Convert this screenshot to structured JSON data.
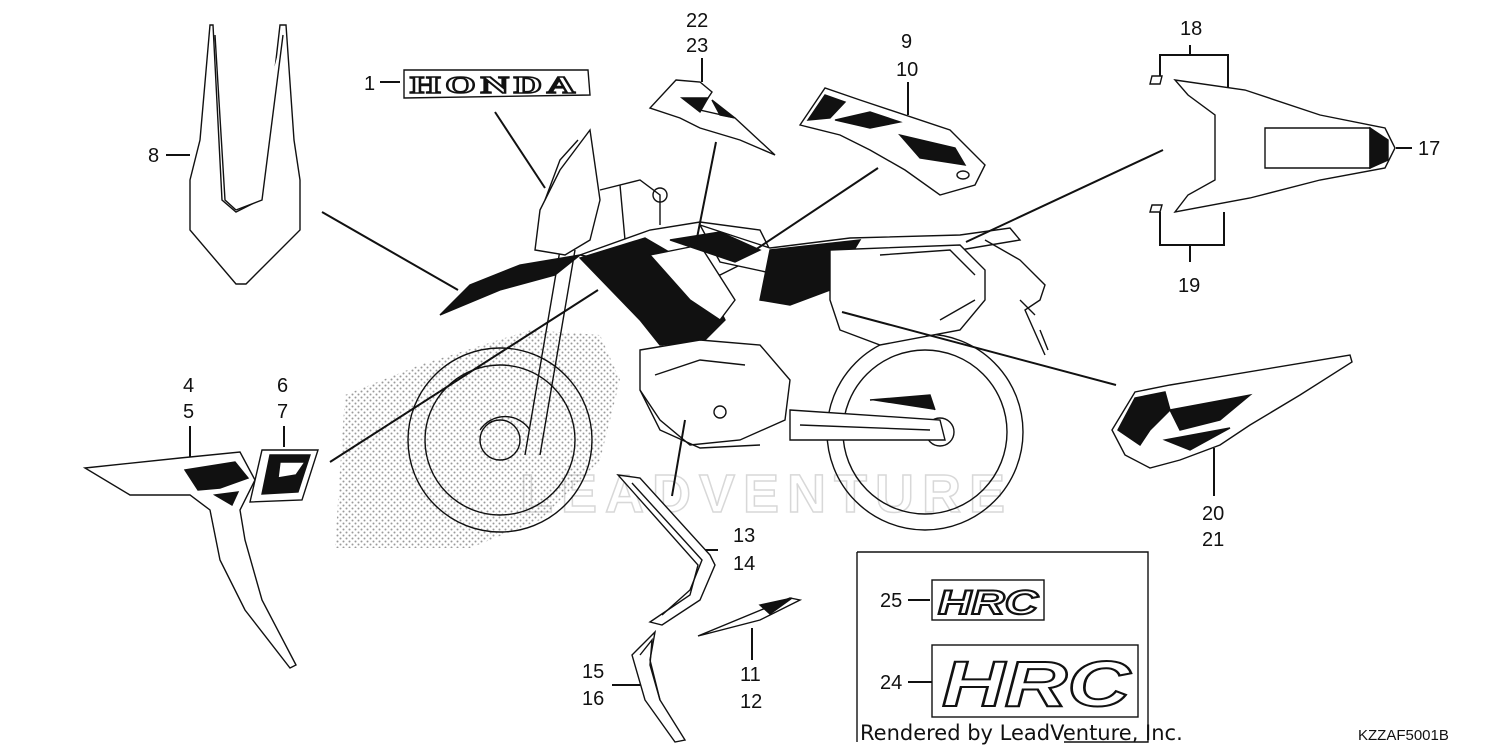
{
  "callouts": {
    "c1": "1",
    "c4": "4",
    "c5": "5",
    "c6": "6",
    "c7": "7",
    "c8": "8",
    "c9": "9",
    "c10": "10",
    "c11": "11",
    "c12": "12",
    "c13": "13",
    "c14": "14",
    "c15": "15",
    "c16": "16",
    "c17": "17",
    "c18": "18",
    "c19": "19",
    "c20": "20",
    "c21": "21",
    "c22": "22",
    "c23": "23",
    "c24": "24",
    "c25": "25"
  },
  "logos": {
    "honda": "HONDA",
    "hrc_small": "HRC",
    "hrc_large": "HRC"
  },
  "watermark": "LEADVENTURE",
  "credit": "Rendered by LeadVenture, Inc.",
  "diagram_code": "KZZAF5001B"
}
